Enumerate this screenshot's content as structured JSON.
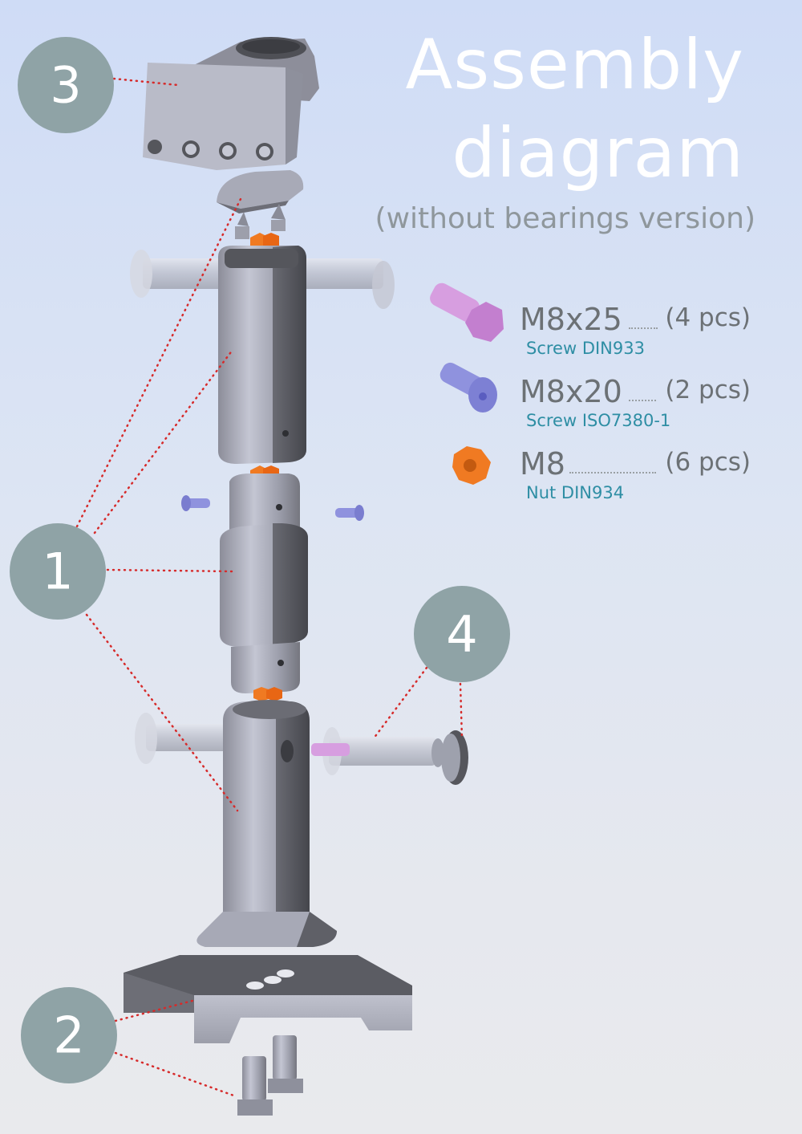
{
  "title_line1": "Assembly",
  "title_line2": "diagram",
  "subtitle": "(without bearings version)",
  "legend": [
    {
      "code": "M8x25",
      "quantity": "(4 pcs)",
      "description": "Screw DIN933",
      "color": "#d79ee0"
    },
    {
      "code": "M8x20",
      "quantity": "(2 pcs)",
      "description": "Screw ISO7380-1",
      "color": "#8f92de"
    },
    {
      "code": "M8",
      "quantity": "(6 pcs)",
      "description": "Nut DIN934",
      "color": "#f07a22"
    }
  ],
  "callouts": [
    "3",
    "1",
    "4",
    "2"
  ],
  "colors": {
    "badge": "#8fa3a6",
    "leader": "#d62b2b",
    "part": "#b2b4c2",
    "part_dark": "#5b5c63",
    "title": "#ffffff",
    "description": "#2e8ea4"
  }
}
